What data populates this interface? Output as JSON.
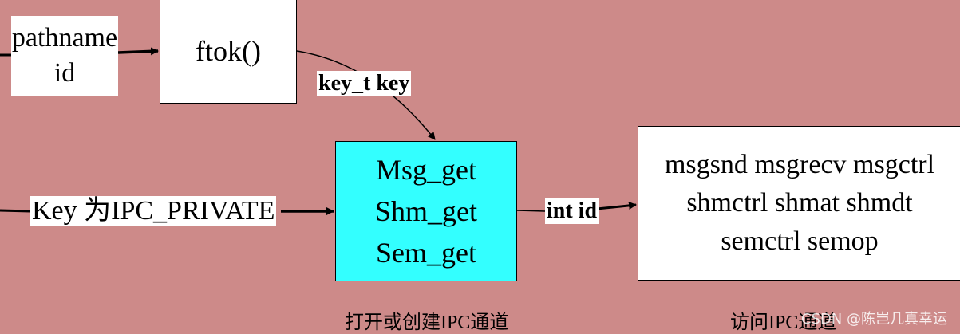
{
  "colors": {
    "background": "#cd8a89",
    "box_fill": "#ffffff",
    "get_box_fill": "#33ffff",
    "line": "#000000"
  },
  "input_path": {
    "line1": "pathname",
    "line2": "id"
  },
  "ftok_box": {
    "text": "ftok()"
  },
  "key_label": "key_t key",
  "private_key_label": "Key 为IPC_PRIVATE",
  "get_box": {
    "lines": [
      "Msg_get",
      "Shm_get",
      "Sem_get"
    ]
  },
  "id_label": "int id",
  "ops_box": {
    "lines": [
      "msgsnd msgrecv msgctrl",
      "shmctrl shmat shmdt",
      "semctrl semop"
    ]
  },
  "captions": {
    "open_create": "打开或创建IPC通道",
    "access": "访问IPC通道"
  },
  "watermark": "CSDN @陈岂几真幸运"
}
